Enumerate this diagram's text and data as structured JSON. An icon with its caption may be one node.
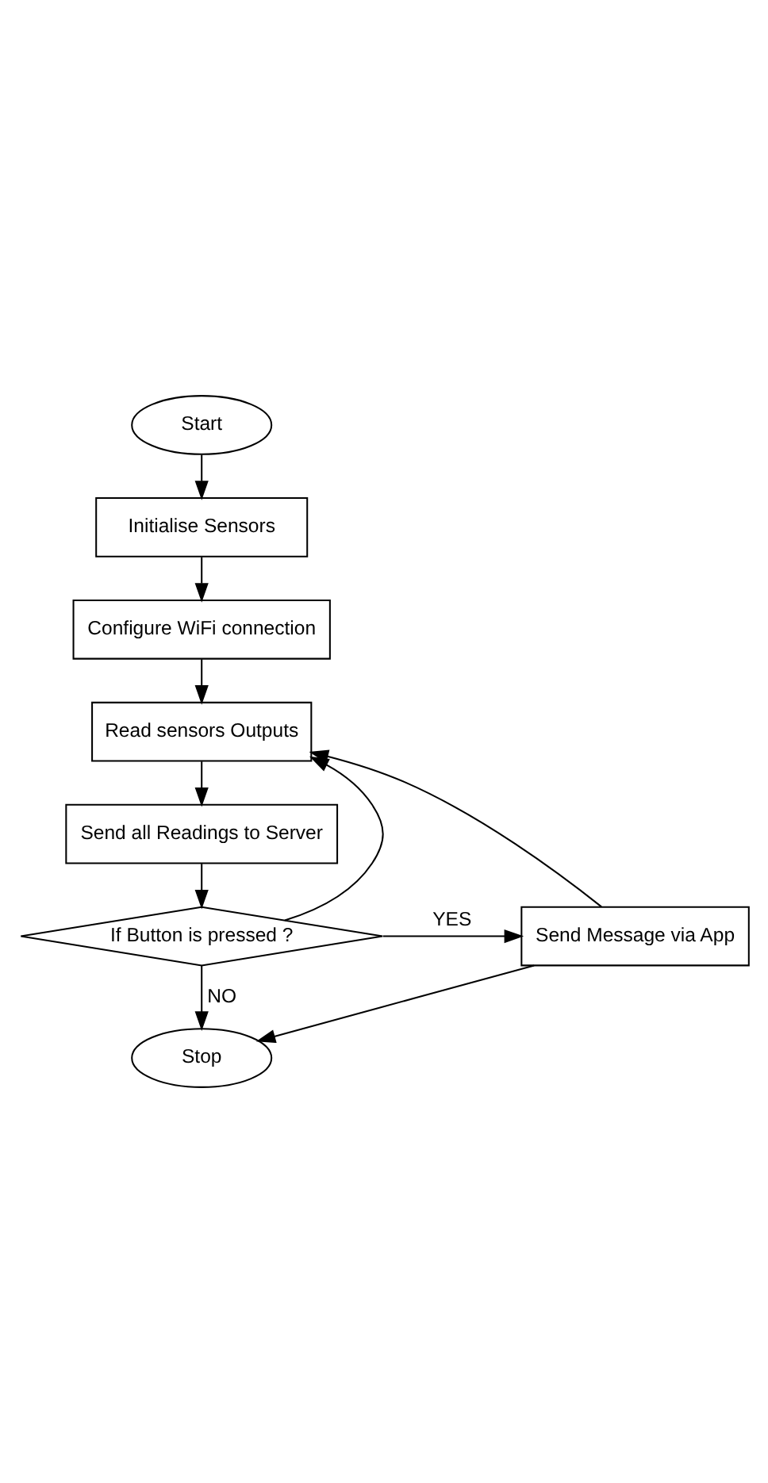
{
  "diagram": {
    "nodes": [
      {
        "text": [
          "Start"
        ]
      },
      {
        "text": [
          "Initialise Sensors"
        ]
      },
      {
        "text": [
          "Configure WiFi connection"
        ]
      },
      {
        "text": [
          "Read sensors Outputs"
        ]
      },
      {
        "text": [
          "Send all Readings to Server"
        ]
      },
      {
        "text": [
          "If Button is pressed ?"
        ]
      },
      {
        "text": [
          "Send Message via App"
        ]
      },
      {
        "text": [
          "Stop"
        ]
      }
    ],
    "edges": [
      {
        "from": 0,
        "to": 1,
        "arrow": "to"
      },
      {
        "from": 1,
        "to": 2,
        "arrow": "to"
      },
      {
        "from": 2,
        "to": 3,
        "arrow": "to"
      },
      {
        "from": 3,
        "to": 4,
        "arrow": "to"
      },
      {
        "from": 4,
        "to": 5,
        "arrow": "to"
      },
      {
        "from": 5,
        "to": 6,
        "label": "YES",
        "arrow": "to"
      },
      {
        "from": 5,
        "to": 7,
        "label": "NO",
        "arrow": "to"
      },
      {
        "from": 5,
        "to": 3,
        "arrow": "to"
      },
      {
        "from": 6,
        "to": 3,
        "arrow": "to"
      },
      {
        "from": 6,
        "to": 7,
        "arrow": "to"
      }
    ]
  }
}
